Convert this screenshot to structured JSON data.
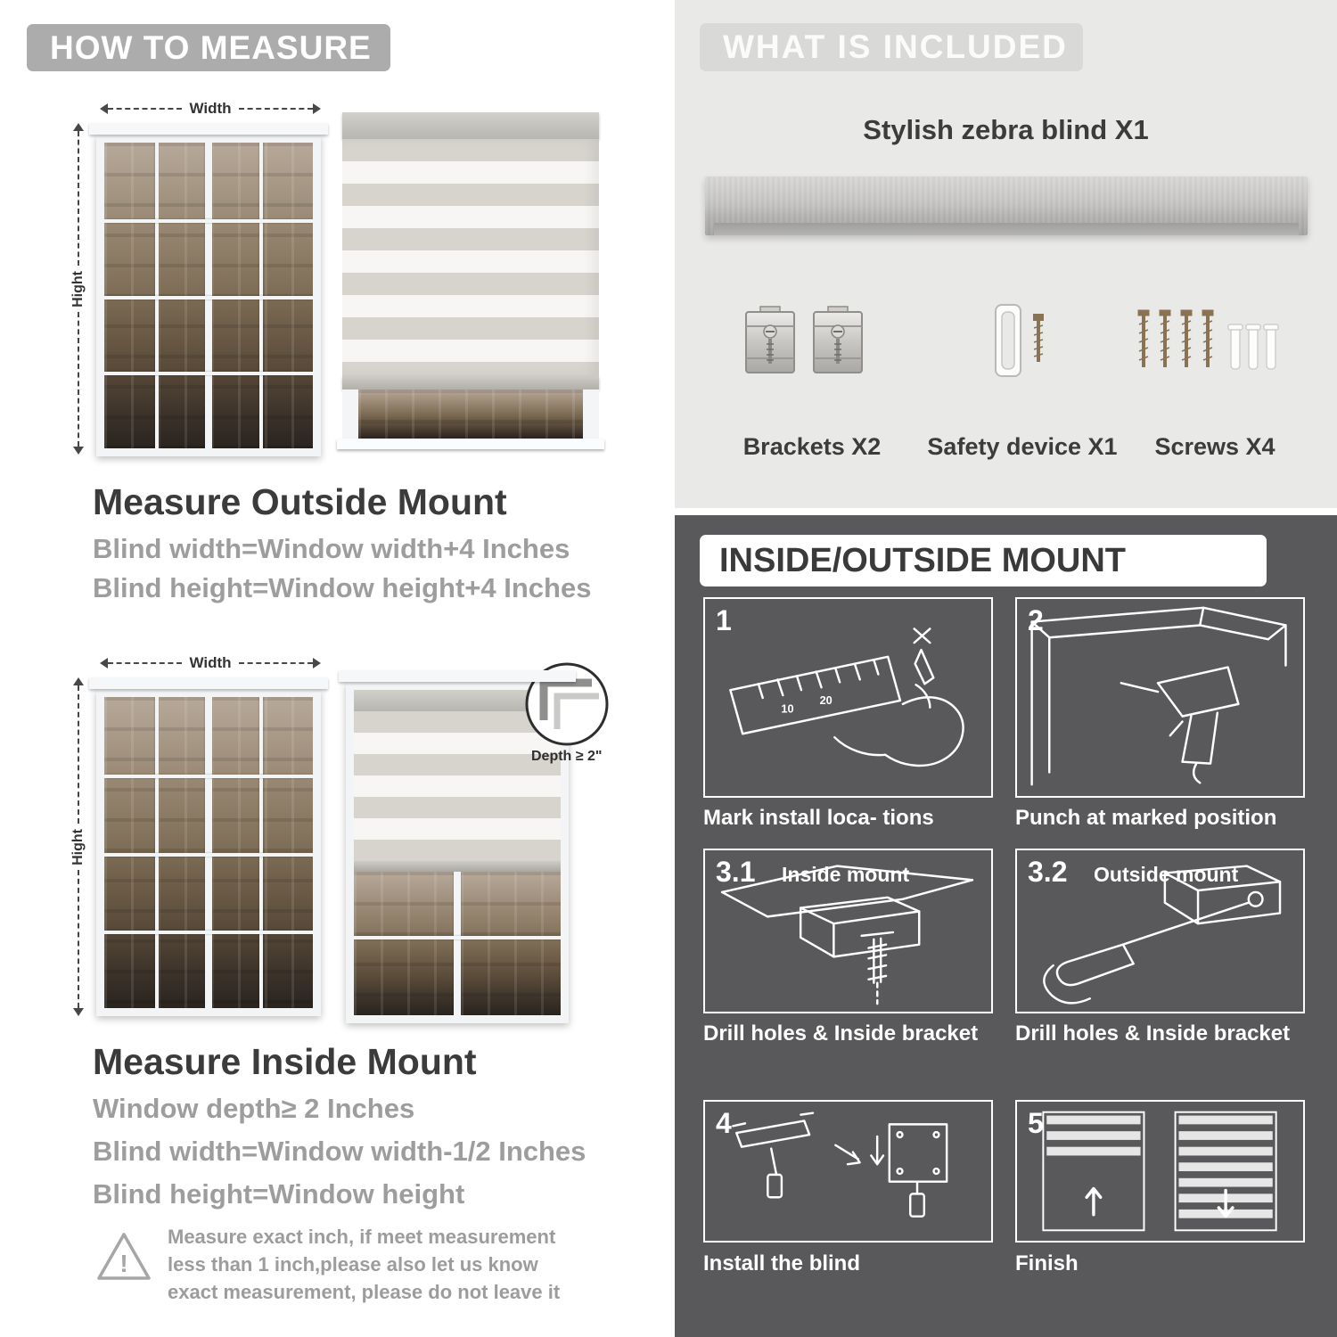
{
  "colors": {
    "header_pill_gray": "#acacac",
    "light_panel_gray": "#e9e9e7",
    "dark_panel_gray": "#59595b",
    "text_dark": "#3b3b3b",
    "text_gray": "#9d9d9d"
  },
  "left": {
    "header": "HOW TO MEASURE",
    "outside": {
      "width_label": "Width",
      "height_label": "Hight",
      "title": "Measure Outside Mount",
      "line1": "Blind width=Window width+4 Inches",
      "line2": "Blind height=Window height+4 Inches"
    },
    "inside": {
      "width_label": "Width",
      "height_label": "Hight",
      "depth_callout": "Depth ≥ 2\"",
      "title": "Measure Inside Mount",
      "line1": "Window depth≥ 2 Inches",
      "line2": "Blind width=Window width-1/2 Inches",
      "line3": "Blind height=Window height"
    },
    "warning_mark": "!",
    "note": "Measure exact inch, if meet measurement less than 1 inch,please also let us know exact measurement, please do not leave it"
  },
  "right": {
    "included": {
      "header": "WHAT IS INCLUDED",
      "product_label": "Stylish zebra blind X1",
      "items": [
        {
          "label": "Brackets X2"
        },
        {
          "label": "Safety device X1"
        },
        {
          "label": "Screws X4"
        }
      ]
    },
    "mount": {
      "header": "INSIDE/OUTSIDE MOUNT",
      "ruler_labels": [
        "10",
        "20"
      ],
      "steps": [
        {
          "num": "1",
          "sub": "",
          "caption": "Mark install loca- tions"
        },
        {
          "num": "2",
          "sub": "",
          "caption": "Punch at  marked position"
        },
        {
          "num": "3.1",
          "sub": "Inside mount",
          "caption": "Drill holes &  Inside bracket"
        },
        {
          "num": "3.2",
          "sub": "Outside mount",
          "caption": "Drill holes &  Inside bracket"
        },
        {
          "num": "4",
          "sub": "",
          "caption": "Install the blind"
        },
        {
          "num": "5",
          "sub": "",
          "caption": "Finish"
        }
      ]
    }
  }
}
